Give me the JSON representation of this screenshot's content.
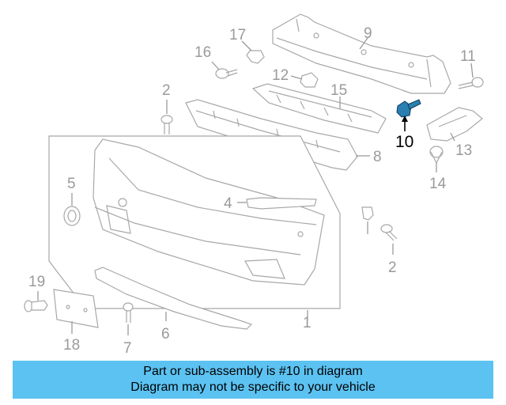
{
  "diagram": {
    "callouts": {
      "c1": "1",
      "c2a": "2",
      "c2b": "2",
      "c4": "4",
      "c5": "5",
      "c6": "6",
      "c7": "7",
      "c8": "8",
      "c9": "9",
      "c10": "10",
      "c11": "11",
      "c12": "12",
      "c13": "13",
      "c14": "14",
      "c15": "15",
      "c16": "16",
      "c17": "17",
      "c18": "18",
      "c19": "19"
    },
    "highlight_color": "#2a7fb0"
  },
  "banner": {
    "line1": "Part or sub-assembly is #10 in diagram",
    "line2": "Diagram may not be specific to your vehicle",
    "background": "#5cc2f2"
  }
}
